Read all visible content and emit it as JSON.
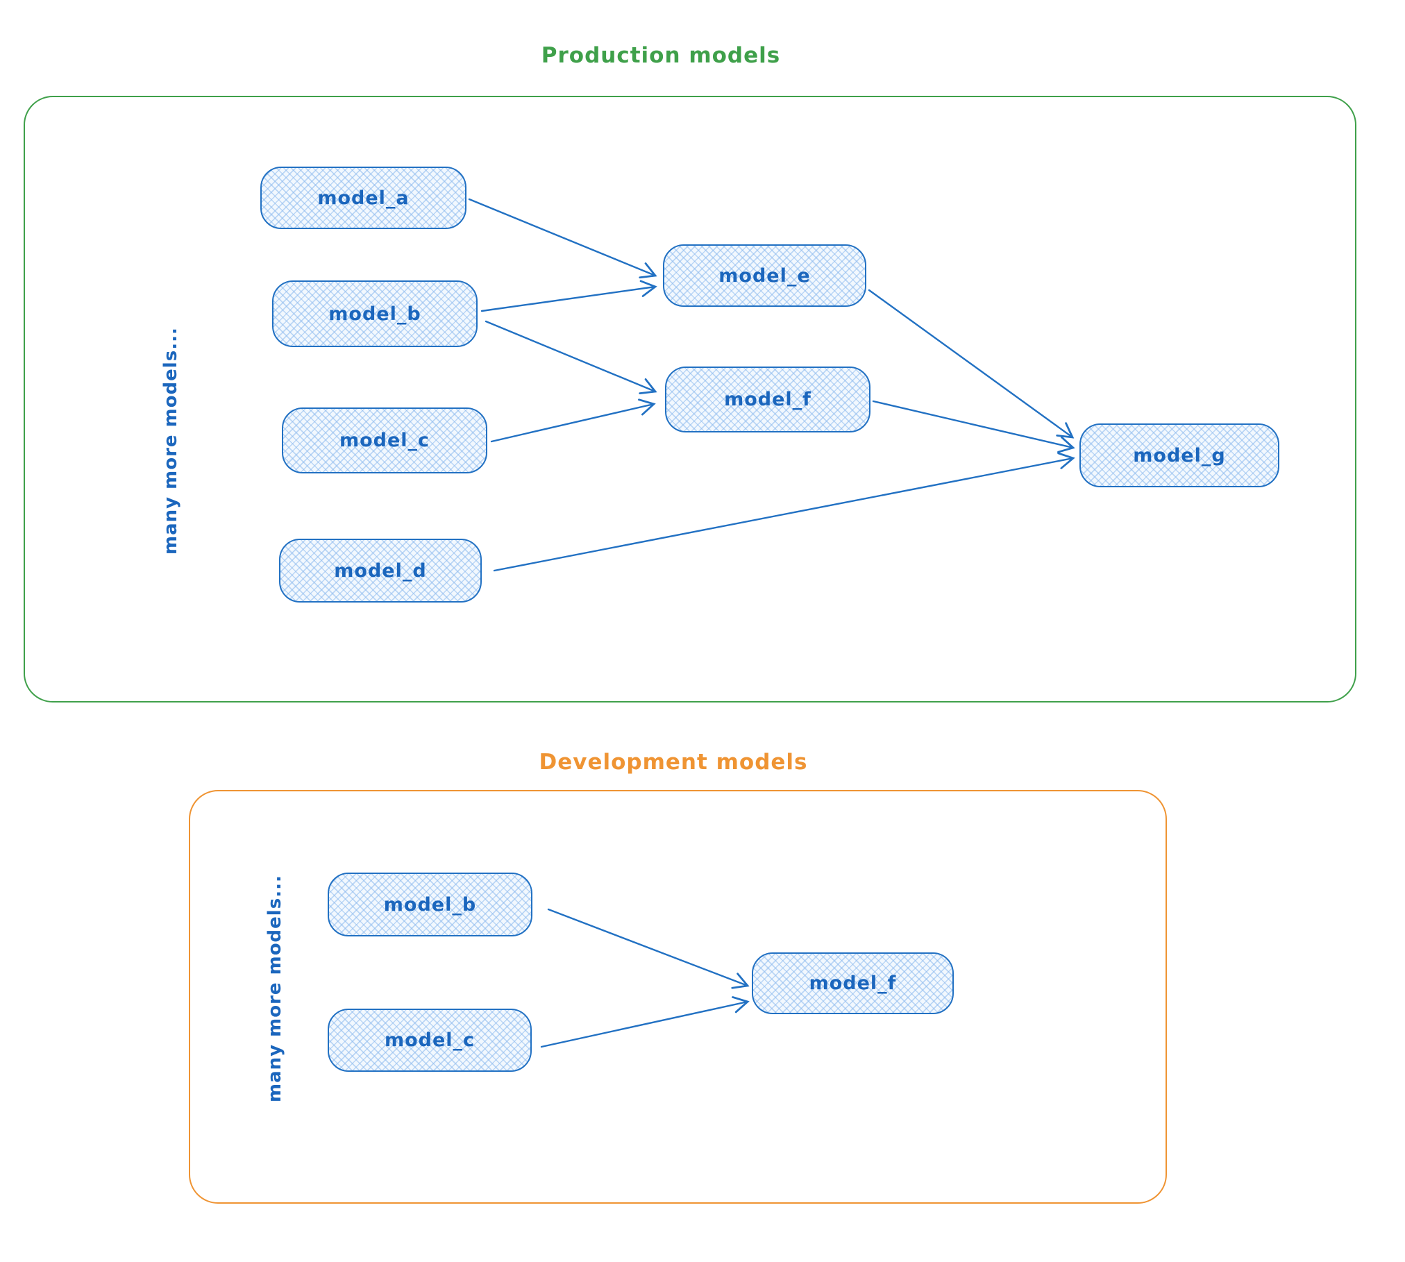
{
  "palette": {
    "blue": "#2271c3",
    "blue-text": "#1b66bd",
    "fill": "#f2f8fe",
    "green": "#3fa04a",
    "orange": "#ef9433",
    "canvas": "#ffffff"
  },
  "production": {
    "title": "Production models",
    "side_label": "many more models...",
    "nodes": [
      {
        "id": "model_a",
        "label": "model_a"
      },
      {
        "id": "model_b",
        "label": "model_b"
      },
      {
        "id": "model_c",
        "label": "model_c"
      },
      {
        "id": "model_d",
        "label": "model_d"
      },
      {
        "id": "model_e",
        "label": "model_e"
      },
      {
        "id": "model_f",
        "label": "model_f"
      },
      {
        "id": "model_g",
        "label": "model_g"
      }
    ],
    "edges": [
      {
        "from": "model_a",
        "to": "model_e"
      },
      {
        "from": "model_b",
        "to": "model_e"
      },
      {
        "from": "model_b",
        "to": "model_f"
      },
      {
        "from": "model_c",
        "to": "model_f"
      },
      {
        "from": "model_e",
        "to": "model_g"
      },
      {
        "from": "model_f",
        "to": "model_g"
      },
      {
        "from": "model_d",
        "to": "model_g"
      }
    ]
  },
  "development": {
    "title": "Development models",
    "side_label": "many more models...",
    "nodes": [
      {
        "id": "model_b",
        "label": "model_b"
      },
      {
        "id": "model_c",
        "label": "model_c"
      },
      {
        "id": "model_f",
        "label": "model_f"
      }
    ],
    "edges": [
      {
        "from": "model_b",
        "to": "model_f"
      },
      {
        "from": "model_c",
        "to": "model_f"
      }
    ]
  }
}
